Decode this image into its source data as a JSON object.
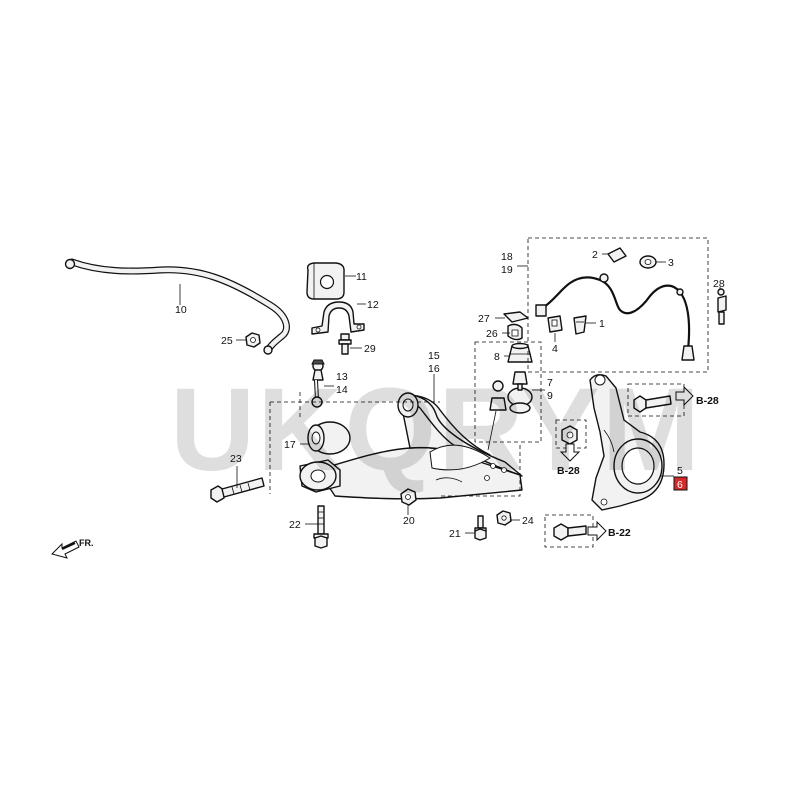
{
  "watermark": "UKQRYM",
  "direction_label": "FR.",
  "callouts": {
    "c1": "1",
    "c2": "2",
    "c3": "3",
    "c4": "4",
    "c5": "5",
    "c6": "6",
    "c7": "7",
    "c8": "8",
    "c9": "9",
    "c10": "10",
    "c11": "11",
    "c12": "12",
    "c13": "13",
    "c14": "14",
    "c15": "15",
    "c16": "16",
    "c17": "17",
    "c18": "18",
    "c19": "19",
    "c20": "20",
    "c21": "21",
    "c22": "22",
    "c23": "23",
    "c24": "24",
    "c25": "25",
    "c26": "26",
    "c27": "27",
    "c28": "28",
    "c29": "29"
  },
  "references": {
    "ref_top": "B-28",
    "ref_mid": "B-28",
    "ref_low": "B-22"
  },
  "highlight": {
    "callout": "6",
    "color": "#d42a2a"
  }
}
